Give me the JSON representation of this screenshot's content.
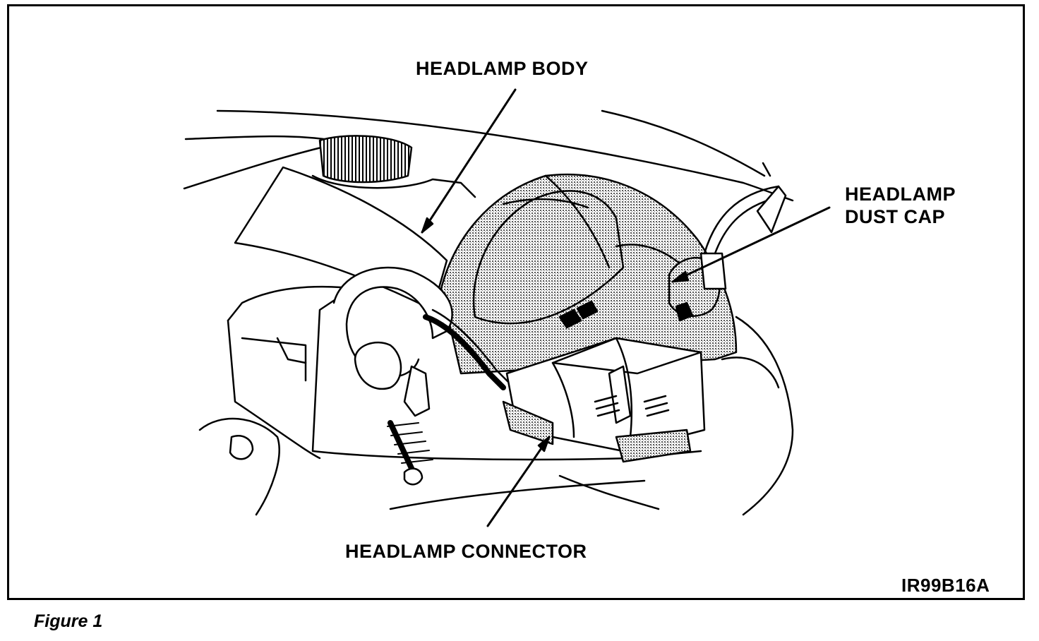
{
  "figure": {
    "caption": "Figure 1",
    "code": "IR99B16A"
  },
  "callouts": {
    "headlamp_body": "HEADLAMP BODY",
    "headlamp_dust_cap_line1": "HEADLAMP",
    "headlamp_dust_cap_line2": "DUST CAP",
    "headlamp_connector": "HEADLAMP CONNECTOR"
  }
}
